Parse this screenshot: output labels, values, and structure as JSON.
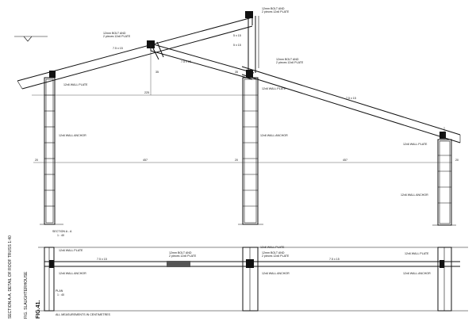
{
  "labels": {
    "bolt_top": "12mm BOLT AND",
    "bolt_top_2": "2 pieces 12x6 PLATE",
    "bolt_left": "12mm BOLT AND",
    "bolt_left_2": "2 pieces 12x6 PLATE",
    "bolt_mid": "12mm BOLT AND",
    "bolt_mid_2": "2 pieces 12x6 PLATE",
    "wall_plate_left": "12x6 WALL PLATE",
    "wall_plate_mid": "12x6 WALL PLATE",
    "wall_plate_right": "12x6 WALL PLATE",
    "wall_anchor_left": "12x6 WALL ANCHOR",
    "wall_anchor_mid": "12x6 WALL ANCHOR",
    "wall_anchor_right": "12x6 WALL ANCHOR",
    "rafter_size": "7.5 x 15",
    "rafter_size_2": "7.5 x 15",
    "rafter_size_3": "7.5 x 15",
    "post_size": "5 x 15",
    "post_size_2": "5 x 15",
    "dim_35_left": "35",
    "dim_35_mid": "35",
    "dim_225": "225",
    "dim_20_left": "20",
    "dim_20_mid": "20",
    "dim_20_right": "20",
    "dim_457_left": "457",
    "dim_457_right": "457",
    "section_label": "SECTION  A - A",
    "section_scale": "1 : 40",
    "plan_label": "PLAN",
    "plan_scale": "1 : 40",
    "plan_bolt": "12mm BOLT AND",
    "plan_bolt_2": "2 pieces 12x6 PLATE",
    "plan_bolt_mid": "12mm BOLT AND",
    "plan_bolt_mid_2": "2 pieces 12x6 PLATE",
    "plan_rafter": "7.5 x 15",
    "plan_rafter_2": "7.5 x 15",
    "plan_wall_plate": "12x6 WALL PLATE",
    "plan_wall_plate_2": "12x6 WALL PLATE",
    "plan_wall_plate_3": "12x6 WALL PLATE",
    "plan_anchor": "12x6 WALL ANCHOR",
    "plan_anchor_2": "12x6 WALL ANCHOR",
    "plan_anchor_3": "12x6 WALL ANCHOR",
    "units_note": "ALL MEASUREMENTS IN CENTIMETRES",
    "fig_number": "FIG.41.",
    "fig_title": "SECTION A-A. DETAIL OF ROOF TRUSS 1:40",
    "fig_subtitle": "FIG. SLAUGHTERHOUSE"
  }
}
